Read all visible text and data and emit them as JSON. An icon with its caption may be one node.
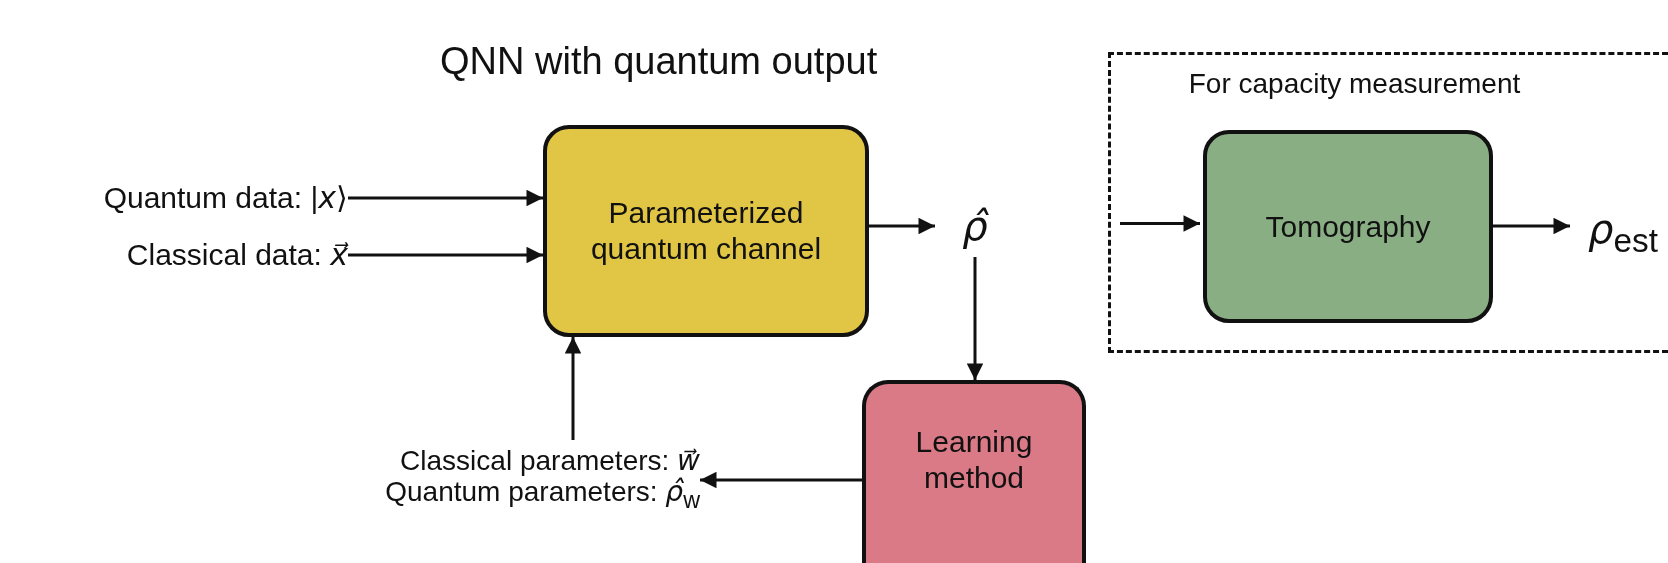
{
  "diagram": {
    "title": "QNN with quantum output",
    "nodes": [
      {
        "text": [
          "Quantum data: |*x*⟩"
        ]
      },
      {
        "text": [
          "Classical data: *x⃗*"
        ]
      },
      {
        "text": [
          "Parameterized quantum channel"
        ]
      },
      {
        "text": [
          "*ρ̂*"
        ]
      },
      {
        "text": [
          "Learning method"
        ]
      },
      {
        "text": [
          "Classical parameters: *w⃗*",
          "Quantum parameters: *ρ̂*$_{w}$"
        ]
      },
      {
        "text": [
          "For capacity measurement"
        ]
      },
      {
        "text": [
          "Tomography"
        ],
        "in": 6
      },
      {
        "text": [
          "*ρ*$_{est}$"
        ],
        "in": 6
      }
    ],
    "edges": [
      {
        "from": 0,
        "to": 2,
        "arrow": "to"
      },
      {
        "from": 1,
        "to": 2,
        "arrow": "to"
      },
      {
        "from": 2,
        "to": 3,
        "arrow": "to"
      },
      {
        "from": 3,
        "to": 4,
        "arrow": "to"
      },
      {
        "from": 4,
        "to": 5,
        "arrow": "to"
      },
      {
        "from": 5,
        "to": 2,
        "arrow": "to"
      },
      {
        "from": null,
        "to": 7,
        "arrow": "to"
      },
      {
        "from": 7,
        "to": 8,
        "arrow": "to"
      }
    ]
  }
}
